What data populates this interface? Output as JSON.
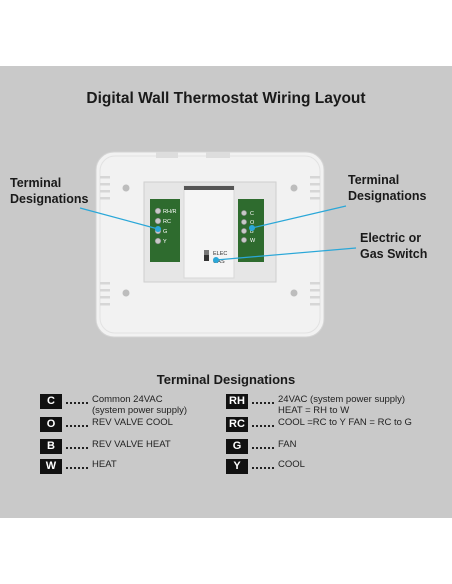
{
  "title": "Digital Wall Thermostat Wiring Layout",
  "callouts": {
    "left": {
      "line1": "Terminal",
      "line2": "Designations"
    },
    "right": {
      "line1": "Terminal",
      "line2": "Designations"
    },
    "switch": {
      "line1": "Electric or",
      "line2": "Gas Switch"
    }
  },
  "device": {
    "left_terminals": [
      "RH/R",
      "RC",
      "G",
      "Y"
    ],
    "right_terminals": [
      "C",
      "O",
      "B",
      "W"
    ],
    "switch_labels": {
      "top": "ELEC",
      "bottom": "GAS"
    }
  },
  "legend": {
    "title": "Terminal Designations",
    "left": [
      {
        "code": "C",
        "desc1": "Common 24VAC",
        "desc2": "(system power supply)"
      },
      {
        "code": "O",
        "desc1": "REV VALVE COOL",
        "desc2": ""
      },
      {
        "code": "B",
        "desc1": "REV VALVE HEAT",
        "desc2": ""
      },
      {
        "code": "W",
        "desc1": "HEAT",
        "desc2": ""
      }
    ],
    "right": [
      {
        "code": "RH",
        "desc1": "24VAC (system power supply)",
        "desc2": "HEAT = RH to W"
      },
      {
        "code": "RC",
        "desc1": "COOL =RC to Y FAN = RC to G",
        "desc2": ""
      },
      {
        "code": "G",
        "desc1": "FAN",
        "desc2": ""
      },
      {
        "code": "Y",
        "desc1": "COOL",
        "desc2": ""
      }
    ]
  },
  "colors": {
    "panel": "#c9c9c9",
    "callout_line": "#2aa7d8",
    "terminal_board": "#2e6b2e"
  }
}
